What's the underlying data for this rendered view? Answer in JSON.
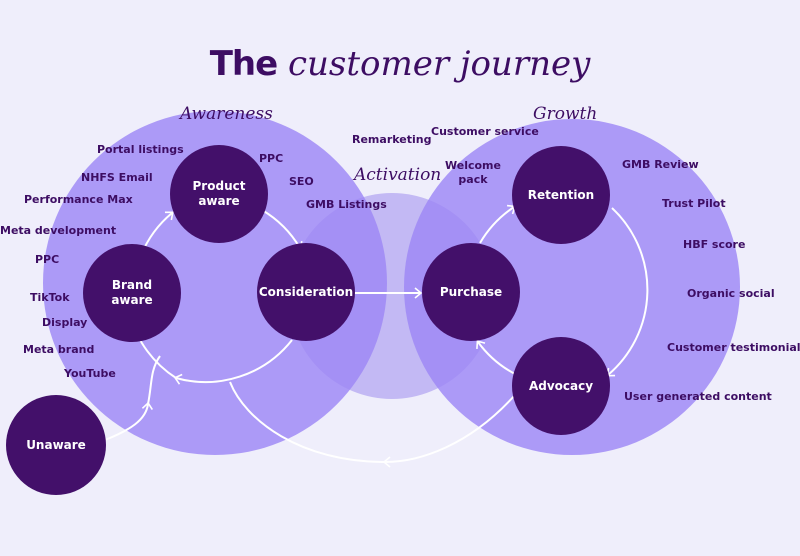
{
  "title": {
    "bold": "The",
    "italic": "customer journey"
  },
  "stages": {
    "awareness": "Awareness",
    "activation": "Activation",
    "growth": "Growth"
  },
  "nodes": {
    "product_aware": "Product aware",
    "brand_aware": "Brand aware",
    "consideration": "Consideration",
    "purchase": "Purchase",
    "retention": "Retention",
    "advocacy": "Advocacy",
    "unaware": "Unaware"
  },
  "channels": {
    "portal_listings": "Portal listings",
    "nhfs_email": "NHFS Email",
    "performance_max": "Performance Max",
    "meta_development": "Meta development",
    "ppc_left": "PPC",
    "tiktok": "TikTok",
    "display": "Display",
    "meta_brand": "Meta brand",
    "youtube": "YouTube",
    "ppc_top": "PPC",
    "seo": "SEO",
    "gmb_listings": "GMB Listings",
    "remarketing": "Remarketing",
    "customer_service": "Customer service",
    "welcome_pack": "Welcome pack",
    "gmb_review": "GMB Review",
    "trust_pilot": "Trust Pilot",
    "hbf_score": "HBF score",
    "organic_social": "Organic social",
    "customer_testimonial": "Customer testimonial",
    "user_generated_content": "User generated content"
  },
  "colors": {
    "background": "#efeefb",
    "big_circle": "#9d88f5",
    "activation_circle": "#c3b9f4",
    "node": "#43106a",
    "text": "#3d0d63",
    "flow_line": "#ffffff"
  }
}
